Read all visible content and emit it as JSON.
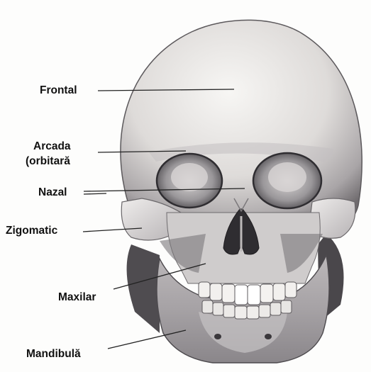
{
  "labels": {
    "frontal": "Frontal",
    "arcada_line1": "Arcada",
    "arcada_line2": "(orbitară",
    "nazal": "Nazal",
    "zigomatic": "Zigomatic",
    "maxilar": "Maxilar",
    "mandibula": "Mandibulă"
  },
  "colors": {
    "bone_light": "#f4f3f1",
    "bone_mid": "#c9c6c4",
    "bone_shadow": "#6d6a6d",
    "cavity": "#2f2d31",
    "line": "#222222"
  }
}
